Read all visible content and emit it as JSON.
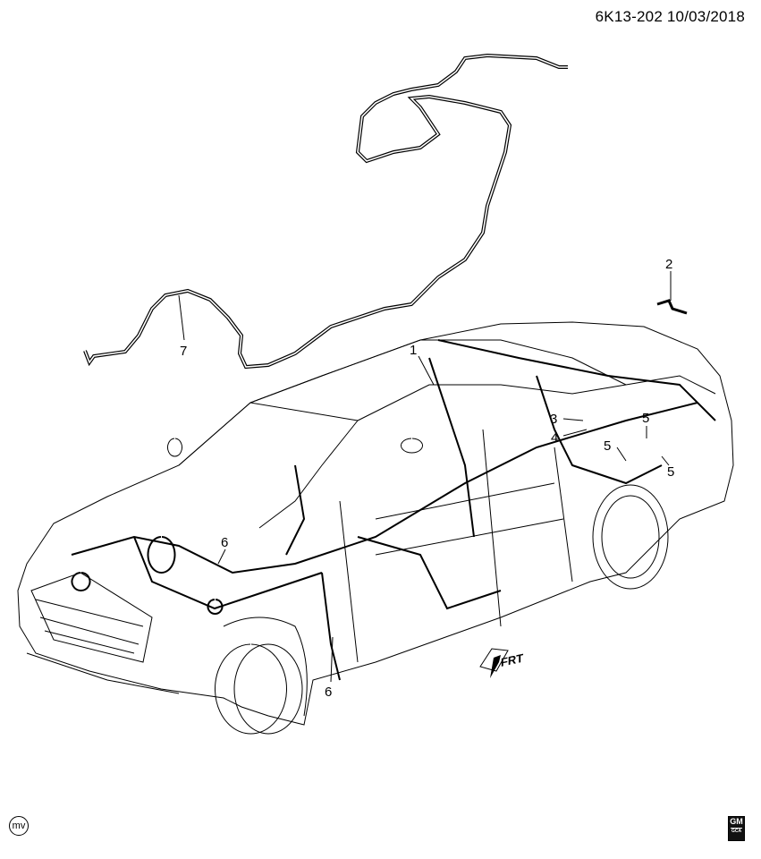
{
  "header": {
    "diagram_code": "6K13-202",
    "date": "10/03/2018",
    "full_label": "6K13-202  10/03/2018"
  },
  "callouts": {
    "c1": "1",
    "c2": "2",
    "c3": "3",
    "c4": "4",
    "c5a": "5",
    "c5b": "5",
    "c5c": "5",
    "c6a": "6",
    "c6b": "6",
    "c7": "7"
  },
  "direction_arrow": {
    "label": "FRT"
  },
  "logos": {
    "mv": "mv",
    "gm": "GM",
    "gm_sub": "GCA"
  },
  "colors": {
    "line": "#000000",
    "background": "#ffffff"
  }
}
